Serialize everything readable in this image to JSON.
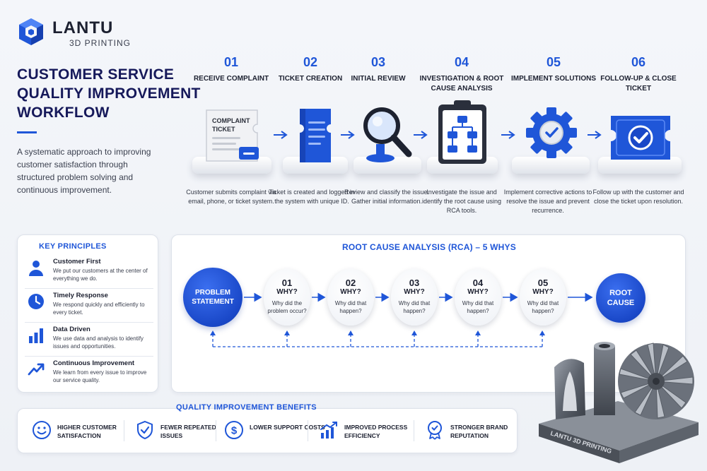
{
  "brand": {
    "name": "LANTU",
    "subtitle": "3D PRINTING",
    "accent_color": "#1f56d8",
    "dark_color": "#16195a"
  },
  "header": {
    "title": "CUSTOMER SERVICE QUALITY IMPROVEMENT WORKFLOW",
    "intro": "A systematic approach to improving customer satisfaction through structured problem solving and continuous improvement."
  },
  "workflow": {
    "steps": [
      {
        "num": "01",
        "title": "RECEIVE COMPLAINT",
        "desc": "Customer submits complaint via email, phone, or ticket system.",
        "icon": "complaint-ticket-icon",
        "icon_text": "COMPLAINT TICKET"
      },
      {
        "num": "02",
        "title": "TICKET CREATION",
        "desc": "Ticket is created and logged in the system with unique ID.",
        "icon": "ticket-icon"
      },
      {
        "num": "03",
        "title": "INITIAL REVIEW",
        "desc": "Review and classify the issue. Gather initial information.",
        "icon": "magnifier-icon"
      },
      {
        "num": "04",
        "title": "INVESTIGATION & ROOT CAUSE ANALYSIS",
        "desc": "Investigate the issue and identify the root cause using RCA tools.",
        "icon": "clipboard-flowchart-icon"
      },
      {
        "num": "05",
        "title": "IMPLEMENT SOLUTIONS",
        "desc": "Implement corrective actions to resolve the issue and prevent recurrence.",
        "icon": "gear-check-icon"
      },
      {
        "num": "06",
        "title": "FOLLOW-UP & CLOSE TICKET",
        "desc": "Follow up with the customer and close the ticket upon resolution.",
        "icon": "ticket-check-icon"
      }
    ]
  },
  "principles": {
    "title": "KEY PRINCIPLES",
    "items": [
      {
        "title": "Customer First",
        "desc": "We put our customers at the center of everything we do.",
        "icon": "person-icon"
      },
      {
        "title": "Timely Response",
        "desc": "We respond quickly and efficiently to every ticket.",
        "icon": "clock-icon"
      },
      {
        "title": "Data Driven",
        "desc": "We use data and analysis to identify issues and opportunities.",
        "icon": "bar-chart-icon"
      },
      {
        "title": "Continuous Improvement",
        "desc": "We learn from every issue to improve our service quality.",
        "icon": "trend-up-icon"
      }
    ]
  },
  "rca": {
    "title": "ROOT CAUSE ANALYSIS (RCA) – 5 WHYS",
    "start": "PROBLEM STATEMENT",
    "end": "ROOT CAUSE",
    "whys": [
      {
        "num": "01",
        "label": "WHY?",
        "question": "Why did the problem occur?"
      },
      {
        "num": "02",
        "label": "WHY?",
        "question": "Why did that happen?"
      },
      {
        "num": "03",
        "label": "WHY?",
        "question": "Why did that happen?"
      },
      {
        "num": "04",
        "label": "WHY?",
        "question": "Why did that happen?"
      },
      {
        "num": "05",
        "label": "WHY?",
        "question": "Why did that happen?"
      }
    ]
  },
  "benefits": {
    "title": "QUALITY IMPROVEMENT BENEFITS",
    "items": [
      {
        "text": "HIGHER CUSTOMER SATISFACTION",
        "icon": "smiley-icon"
      },
      {
        "text": "FEWER REPEATED ISSUES",
        "icon": "shield-check-icon"
      },
      {
        "text": "LOWER SUPPORT COSTS",
        "icon": "dollar-icon"
      },
      {
        "text": "IMPROVED PROCESS EFFICIENCY",
        "icon": "growth-chart-icon"
      },
      {
        "text": "STRONGER BRAND REPUTATION",
        "icon": "award-icon"
      }
    ]
  },
  "product_image": {
    "engraving": "LANTU 3D PRINTING",
    "icon": "3d-printed-part-illustration"
  }
}
